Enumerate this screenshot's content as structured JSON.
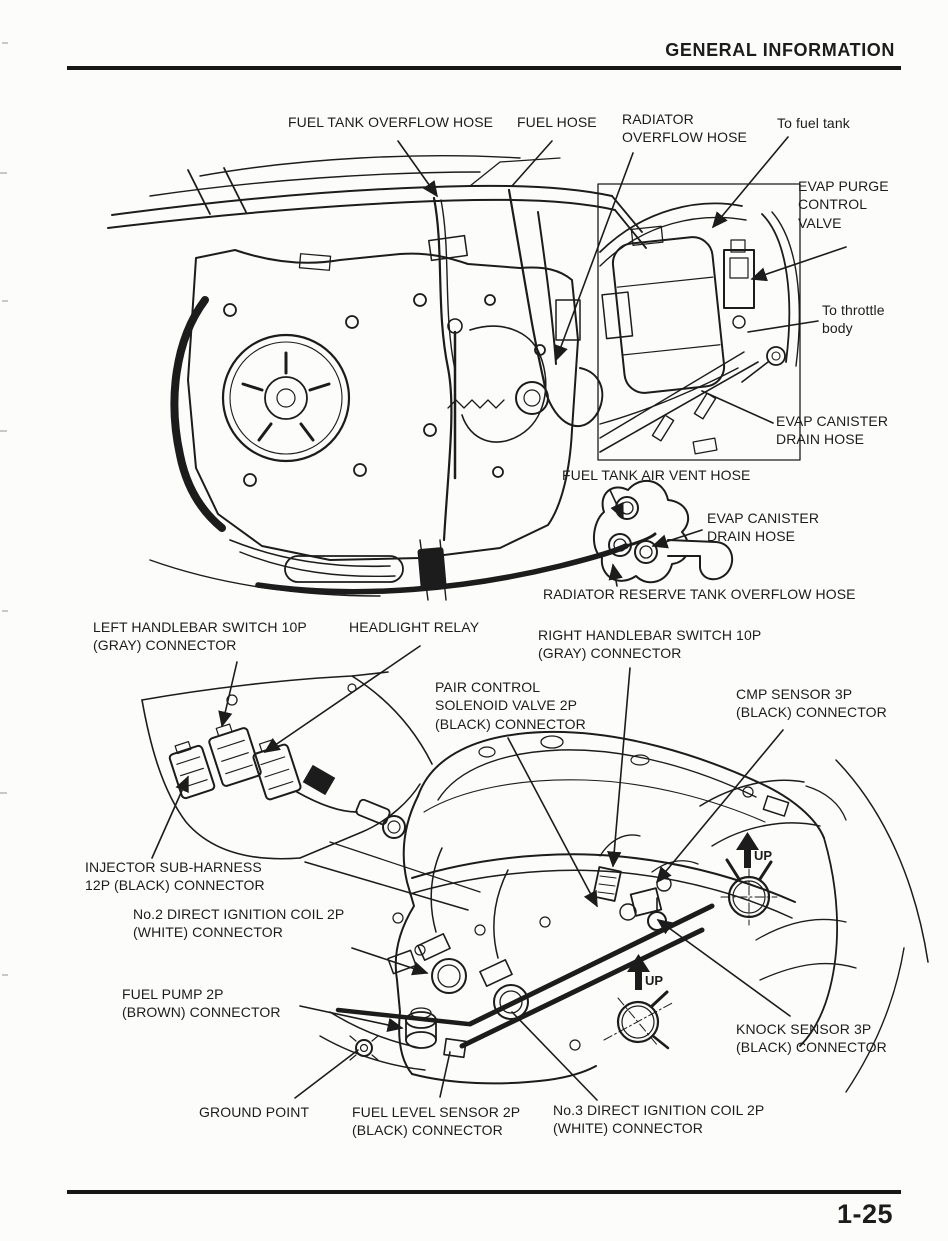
{
  "page": {
    "header_title": "GENERAL INFORMATION",
    "page_number": "1-25"
  },
  "colors": {
    "ink": "#1c1c1c",
    "paper": "#fcfcfa"
  },
  "top_diagram": {
    "labels": {
      "fuel_tank_overflow_hose": "FUEL TANK OVERFLOW HOSE",
      "fuel_hose": "FUEL HOSE",
      "radiator_overflow_hose": "RADIATOR\nOVERFLOW HOSE",
      "to_fuel_tank": "To fuel tank",
      "evap_purge_control_valve": "EVAP PURGE\nCONTROL\nVALVE",
      "to_throttle_body": "To throttle\nbody",
      "evap_canister_drain_hose_upper": "EVAP CANISTER\nDRAIN HOSE",
      "fuel_tank_air_vent_hose": "FUEL TANK AIR VENT HOSE",
      "evap_canister_drain_hose_lower": "EVAP CANISTER\nDRAIN HOSE",
      "radiator_reserve_tank_overflow_hose": "RADIATOR RESERVE TANK OVERFLOW HOSE"
    }
  },
  "bottom_diagram": {
    "labels": {
      "left_handlebar_switch": "LEFT HANDLEBAR SWITCH 10P\n(GRAY) CONNECTOR",
      "headlight_relay": "HEADLIGHT RELAY",
      "right_handlebar_switch": "RIGHT HANDLEBAR SWITCH 10P\n(GRAY) CONNECTOR",
      "pair_control_solenoid_valve": "PAIR CONTROL\nSOLENOID VALVE 2P\n(BLACK) CONNECTOR",
      "cmp_sensor": "CMP SENSOR 3P\n(BLACK) CONNECTOR",
      "injector_sub_harness": "INJECTOR SUB-HARNESS\n12P (BLACK) CONNECTOR",
      "no2_direct_ignition_coil": "No.2 DIRECT IGNITION COIL 2P\n(WHITE) CONNECTOR",
      "fuel_pump": "FUEL PUMP 2P\n(BROWN) CONNECTOR",
      "ground_point": "GROUND POINT",
      "fuel_level_sensor": "FUEL LEVEL SENSOR 2P\n(BLACK) CONNECTOR",
      "no3_direct_ignition_coil": "No.3 DIRECT IGNITION COIL 2P\n(WHITE) CONNECTOR",
      "knock_sensor": "KNOCK SENSOR 3P\n(BLACK) CONNECTOR",
      "up_marker": "UP"
    }
  }
}
